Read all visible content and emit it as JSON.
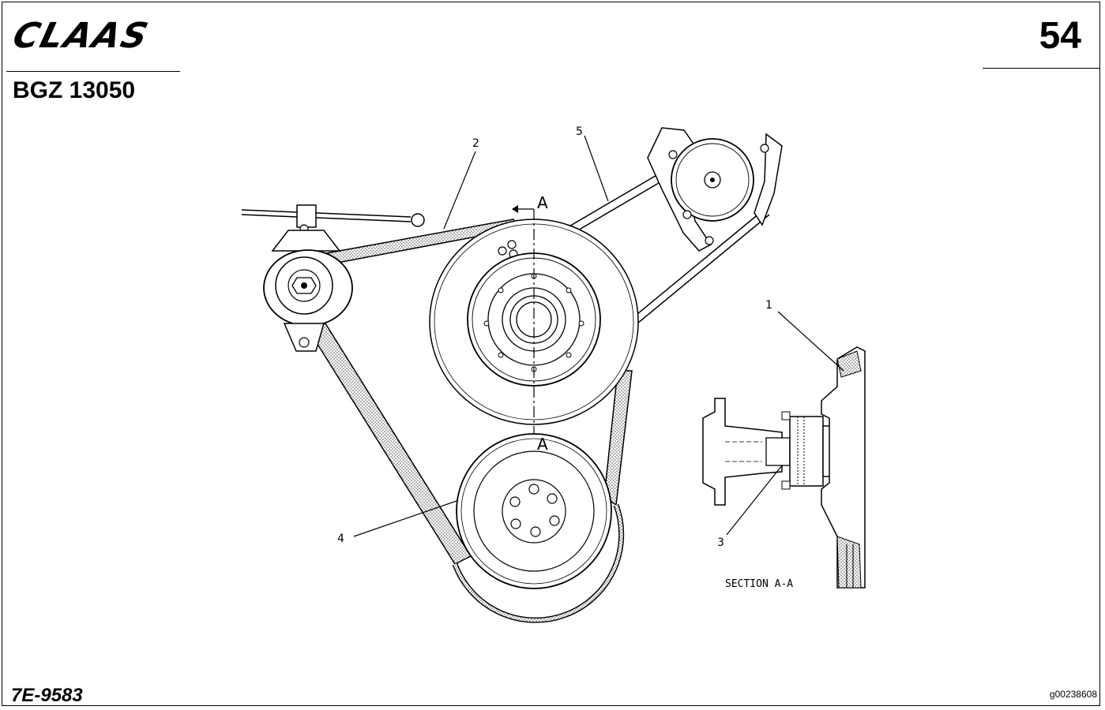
{
  "header": {
    "brand": "CLAAS",
    "page_number": "54",
    "part_code": "BGZ 13050"
  },
  "footer": {
    "left_ref": "7E-9583",
    "right_ref": "g00238608"
  },
  "diagram": {
    "callouts": [
      "1",
      "2",
      "3",
      "4",
      "5"
    ],
    "section_markers": [
      "A",
      "A"
    ],
    "section_caption": "SECTION A-A"
  }
}
